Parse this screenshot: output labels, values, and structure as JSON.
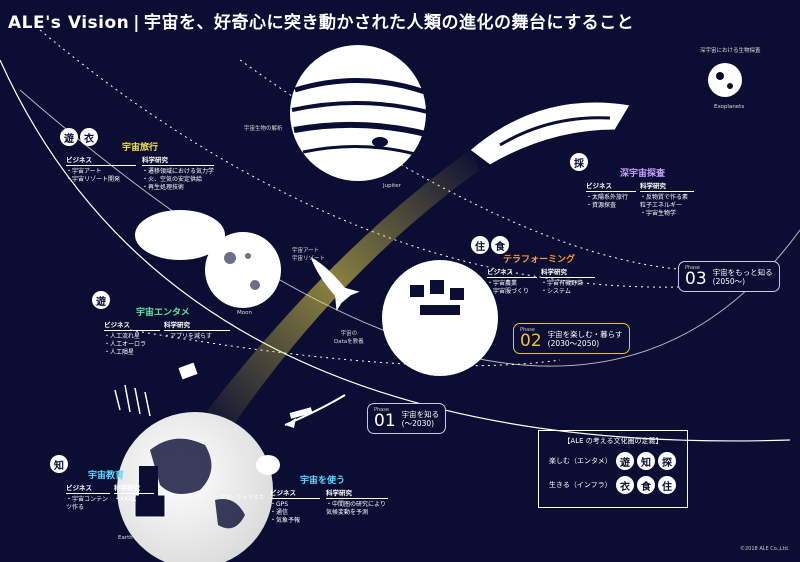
{
  "title": {
    "main": "ALE's Vision",
    "sep": "|",
    "sub": "宇宙を、好奇心に突き動かされた人類の進化の舞台にすること"
  },
  "captions": {
    "jupiter": "Jupiter",
    "moon_top": "宇宙生物の解析",
    "moon": "Moon",
    "mars": "Mars",
    "earth": "Earth",
    "exoplanet_top": "深宇宙における生物探査",
    "exoplanets": "Exoplanets",
    "rocket_trail": "宇宙の\nDataを教養",
    "space_resort": "宇宙アート\n宇宙リゾート",
    "homo": "ホモ・キュリオス"
  },
  "sections": {
    "travel": {
      "stamp": "遊",
      "stamp2": "衣",
      "title": "宇宙旅行",
      "business_label": "ビジネス",
      "science_label": "科学研究",
      "business": [
        "宇宙アート",
        "宇宙リゾート開発"
      ],
      "science": [
        "遷移領域における気力学",
        "火、空気の安定供給",
        "再生処理技術"
      ]
    },
    "entertainment": {
      "stamp": "遊",
      "title": "宇宙エンタメ",
      "business_label": "ビジネス",
      "science_label": "科学研究",
      "business": [
        "人工流れ星",
        "人工オーロラ",
        "人工隕星"
      ],
      "science": [
        "アプリを減らす"
      ]
    },
    "education": {
      "stamp": "知",
      "title": "宇宙教育",
      "business_label": "ビジネス",
      "science_label": "科学研究",
      "business": [
        "宇宙コンテンツ作る"
      ],
      "science": [
        "XXXX"
      ]
    },
    "use": {
      "title": "宇宙を使う",
      "business_label": "ビジネス",
      "science_label": "科学研究",
      "business": [
        "GPS",
        "通信",
        "気象予報"
      ],
      "science": [
        "中間圏の研究により気候変動を予測"
      ]
    },
    "terraforming": {
      "stamp": "住",
      "stamp2": "食",
      "title": "テラフォーミング",
      "business_label": "ビジネス",
      "science_label": "科学研究",
      "business": [
        "宇宙農業",
        "宇宙服づくり"
      ],
      "science": [
        "宇宙有機野菜",
        "システム"
      ]
    },
    "deep": {
      "stamp": "採",
      "title": "深宇宙探査",
      "business_label": "ビジネス",
      "science_label": "科学研究",
      "business": [
        "太陽系外旅行",
        "資源探査"
      ],
      "science": [
        "反物質で作る素粒子エネルギー",
        "宇宙生物学"
      ]
    }
  },
  "phases": [
    {
      "label": "Phase",
      "num": "01",
      "text": "宇宙を知る",
      "period": "(〜2030)"
    },
    {
      "label": "Phase",
      "num": "02",
      "text": "宇宙を楽しむ・暮らす",
      "period": "(2030〜2050)"
    },
    {
      "label": "Phase",
      "num": "03",
      "text": "宇宙をもっと知る",
      "period": "(2050〜)"
    }
  ],
  "legend": {
    "title": "【ALE の考える文化圏の定義】",
    "row1_label": "楽しむ（エンタメ）",
    "row1": [
      "遊",
      "知",
      "探"
    ],
    "row2_label": "生きる（インフラ）",
    "row2": [
      "衣",
      "食",
      "住"
    ]
  },
  "copyright": "©2018 ALE Co.,Ltd.",
  "colors": {
    "bg": "#0b0d33",
    "yellow": "#f2e24a",
    "green": "#5fe0a0",
    "orange": "#ff9a3c",
    "purple": "#c9a3ff",
    "blue": "#5fd4ff"
  }
}
